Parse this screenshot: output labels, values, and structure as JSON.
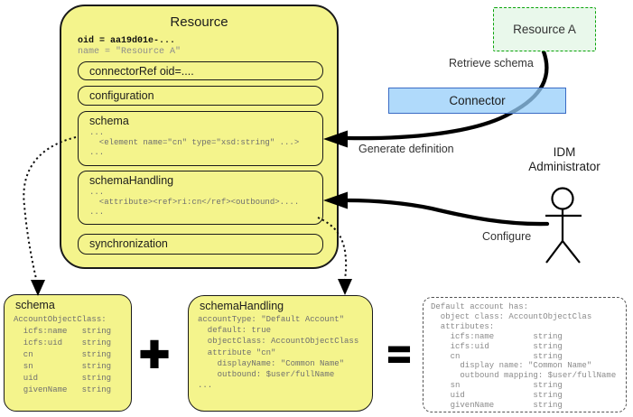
{
  "resource_panel": {
    "title": "Resource",
    "oid_line": "oid = aa19d01e-...",
    "name_line": "name = \"Resource A\"",
    "sections": {
      "connector_ref": {
        "label": "connectorRef oid=...."
      },
      "configuration": {
        "label": "configuration"
      },
      "schema": {
        "label": "schema",
        "code": [
          "...",
          "  <element name=\"cn\" type=\"xsd:string\" ...>",
          "..."
        ]
      },
      "schema_handling": {
        "label": "schemaHandling",
        "code": [
          "...",
          "  <attribute><ref>ri:cn</ref><outbound>....",
          "..."
        ]
      },
      "synchronization": {
        "label": "synchronization"
      }
    }
  },
  "resource_a": {
    "label": "Resource A"
  },
  "connector": {
    "label": "Connector"
  },
  "actor": {
    "line1": "IDM",
    "line2": "Administrator"
  },
  "arrow_labels": {
    "retrieve_schema": "Retrieve schema",
    "generate_definition": "Generate definition",
    "configure": "Configure"
  },
  "schema_box": {
    "title": "schema",
    "code": [
      "AccountObjectClass:",
      "  icfs:name   string",
      "  icfs:uid    string",
      "  cn          string",
      "  sn          string",
      "  uid         string",
      "  givenName   string"
    ]
  },
  "schema_handling_box": {
    "title": "schemaHandling",
    "code": [
      "accountType: \"Default Account\"",
      "  default: true",
      "  objectClass: AccountObjectClass",
      "  attribute \"cn\"",
      "    displayName: \"Common Name\"",
      "    outbound: $user/fullName",
      "..."
    ]
  },
  "result_box": {
    "code": [
      "Default account has:",
      "  object class: AccountObjectClas",
      "  attributes:",
      "    icfs:name        string",
      "    icfs:uid         string",
      "    cn               string",
      "      display name: \"Common Name\"",
      "      outbound mapping: $user/fullName",
      "    sn               string",
      "    uid              string",
      "    givenName        string"
    ]
  },
  "operators": {
    "plus": "+",
    "equals": "="
  },
  "colors": {
    "box_yellow": "#F4F48C",
    "resource_a_green": "#E9F8EB",
    "green_border": "#09A309",
    "connector_blue": "#96CDFA",
    "connector_border": "#3A6BC4",
    "code_gray": "#6F6F6F"
  }
}
